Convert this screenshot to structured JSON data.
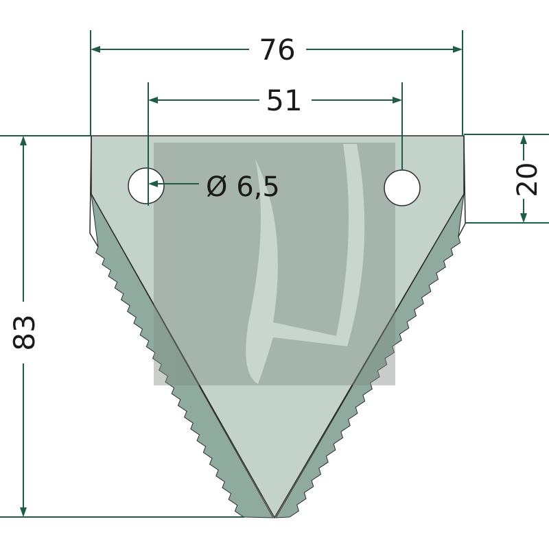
{
  "drawing": {
    "dimensions": {
      "overall_width": "76",
      "hole_spacing": "51",
      "hole_diameter": "Ø 6,5",
      "shoulder_height": "20",
      "total_height": "83"
    }
  },
  "colors": {
    "blade_face": "#c3d3cc",
    "blade_bevel": "#8fab9f",
    "blade_outline": "#2b2b2b",
    "dimension_line": "#1e5c46",
    "text": "#1a1a1a",
    "watermark": "#7e8a84"
  }
}
